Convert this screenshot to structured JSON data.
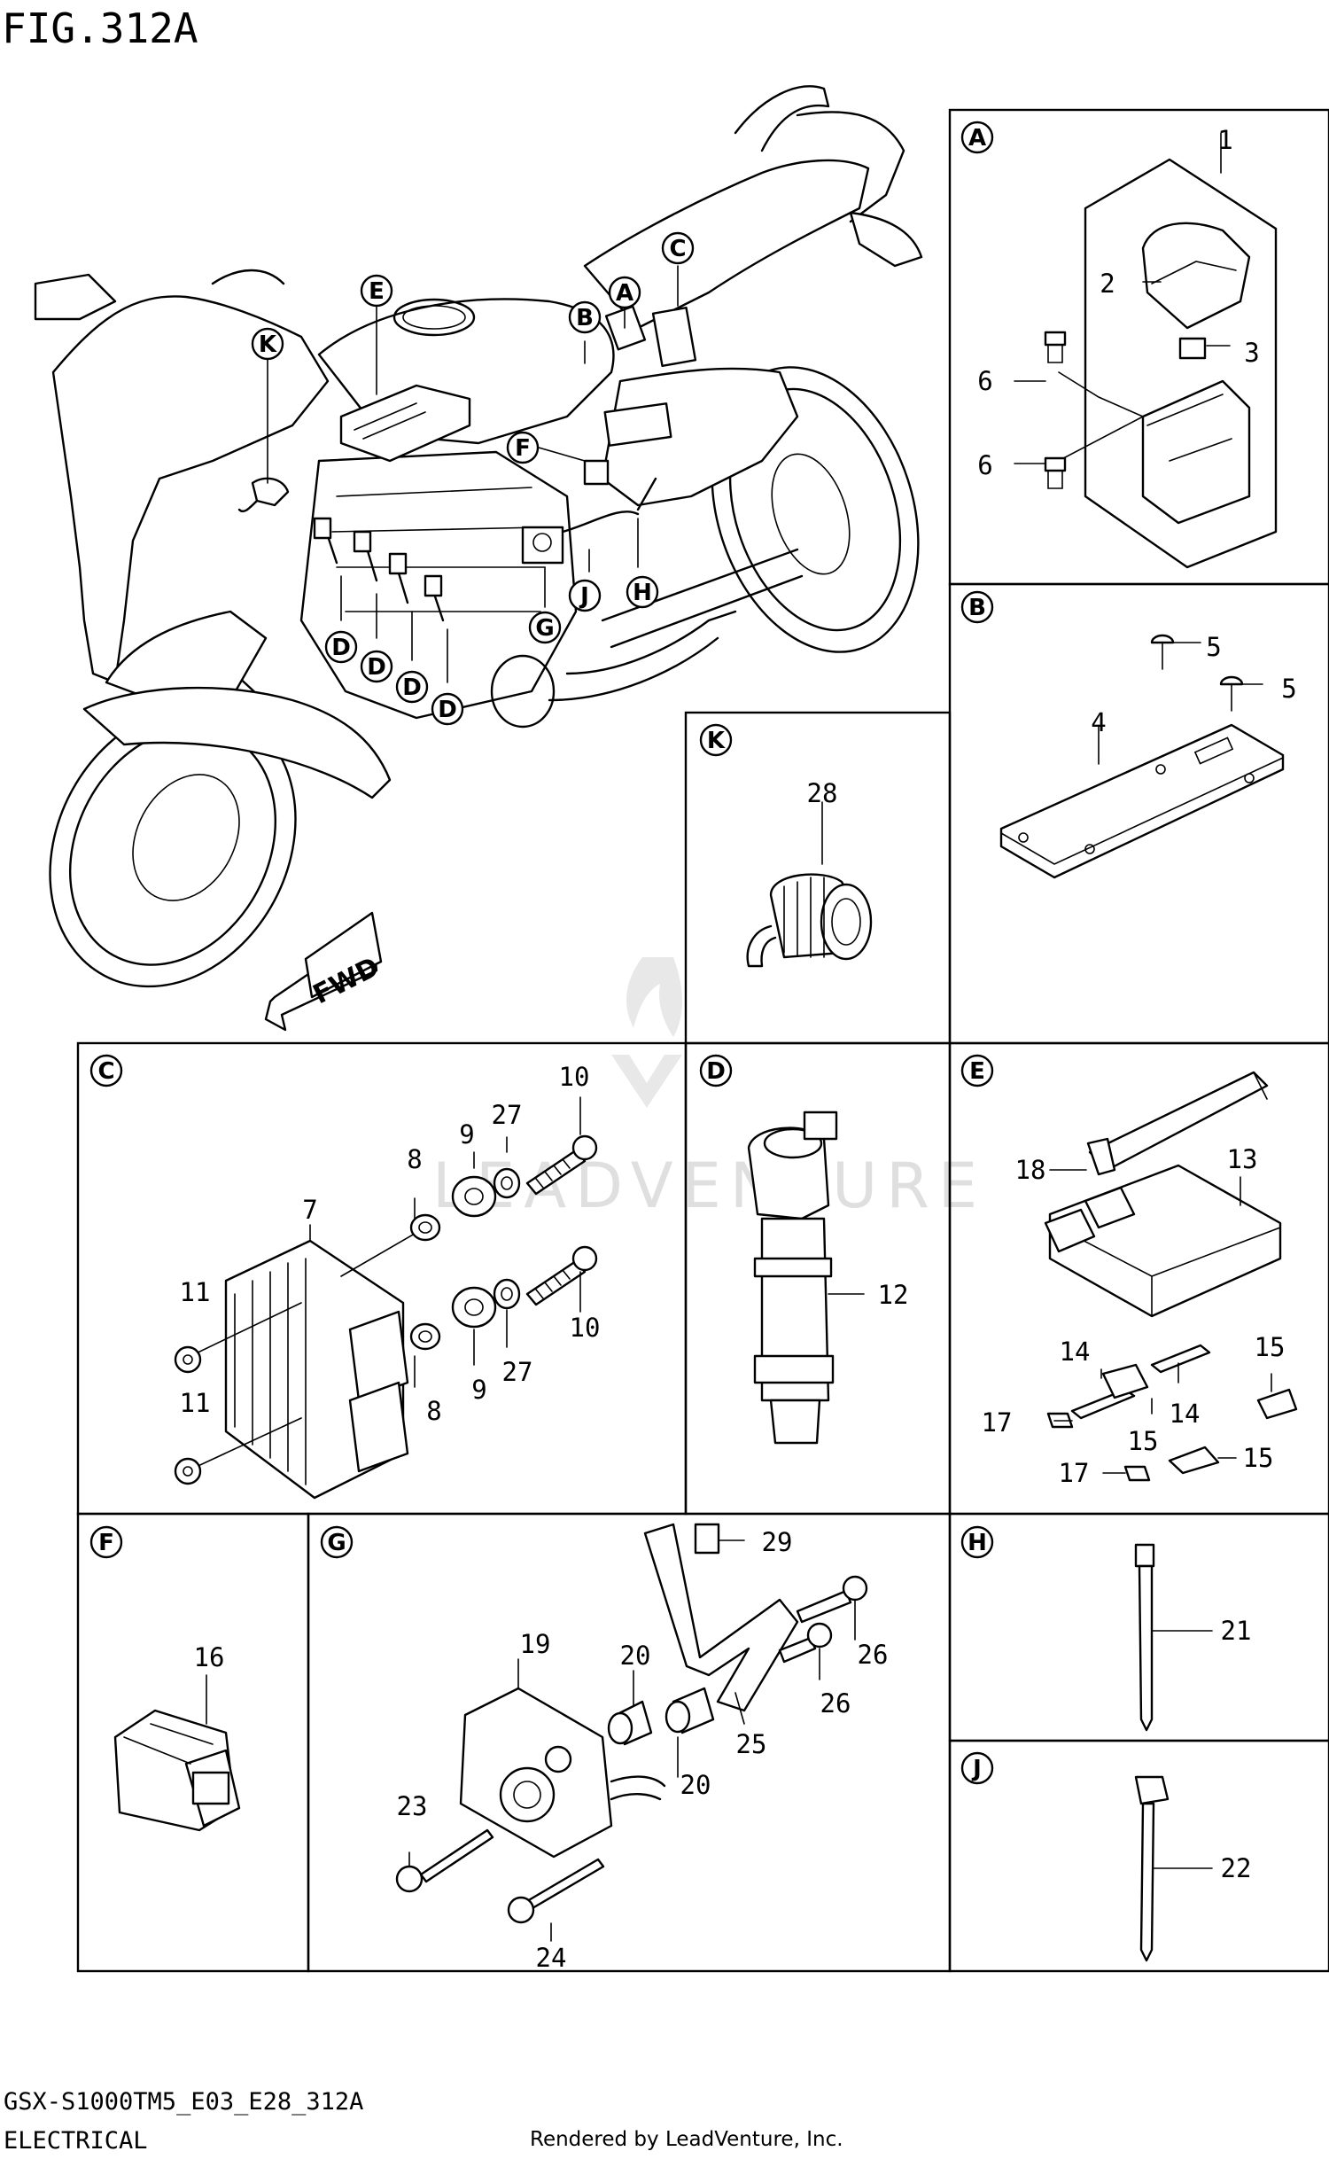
{
  "header": {
    "title": "FIG.312A"
  },
  "footer": {
    "model_code": "GSX-S1000TM5_E03_E28_312A",
    "section": "ELECTRICAL",
    "render_credit": "Rendered by LeadVenture, Inc."
  },
  "watermark": "LEADVENTURE",
  "direction_label": "FWD",
  "overview_callouts": [
    "A",
    "B",
    "C",
    "D",
    "D",
    "D",
    "D",
    "E",
    "F",
    "G",
    "H",
    "J",
    "K"
  ],
  "panels": [
    {
      "id": "A",
      "parts": [
        "1",
        "2",
        "3",
        "6",
        "6"
      ]
    },
    {
      "id": "B",
      "parts": [
        "4",
        "5",
        "5"
      ]
    },
    {
      "id": "K",
      "parts": [
        "28"
      ]
    },
    {
      "id": "C",
      "parts": [
        "7",
        "8",
        "8",
        "9",
        "9",
        "10",
        "10",
        "11",
        "11",
        "27",
        "27"
      ]
    },
    {
      "id": "D",
      "parts": [
        "12"
      ]
    },
    {
      "id": "E",
      "parts": [
        "13",
        "14",
        "14",
        "15",
        "15",
        "15",
        "17",
        "17",
        "18"
      ]
    },
    {
      "id": "F",
      "parts": [
        "16"
      ]
    },
    {
      "id": "G",
      "parts": [
        "19",
        "20",
        "20",
        "23",
        "24",
        "25",
        "26",
        "26",
        "29"
      ]
    },
    {
      "id": "H",
      "parts": [
        "21"
      ]
    },
    {
      "id": "J",
      "parts": [
        "22"
      ]
    }
  ]
}
